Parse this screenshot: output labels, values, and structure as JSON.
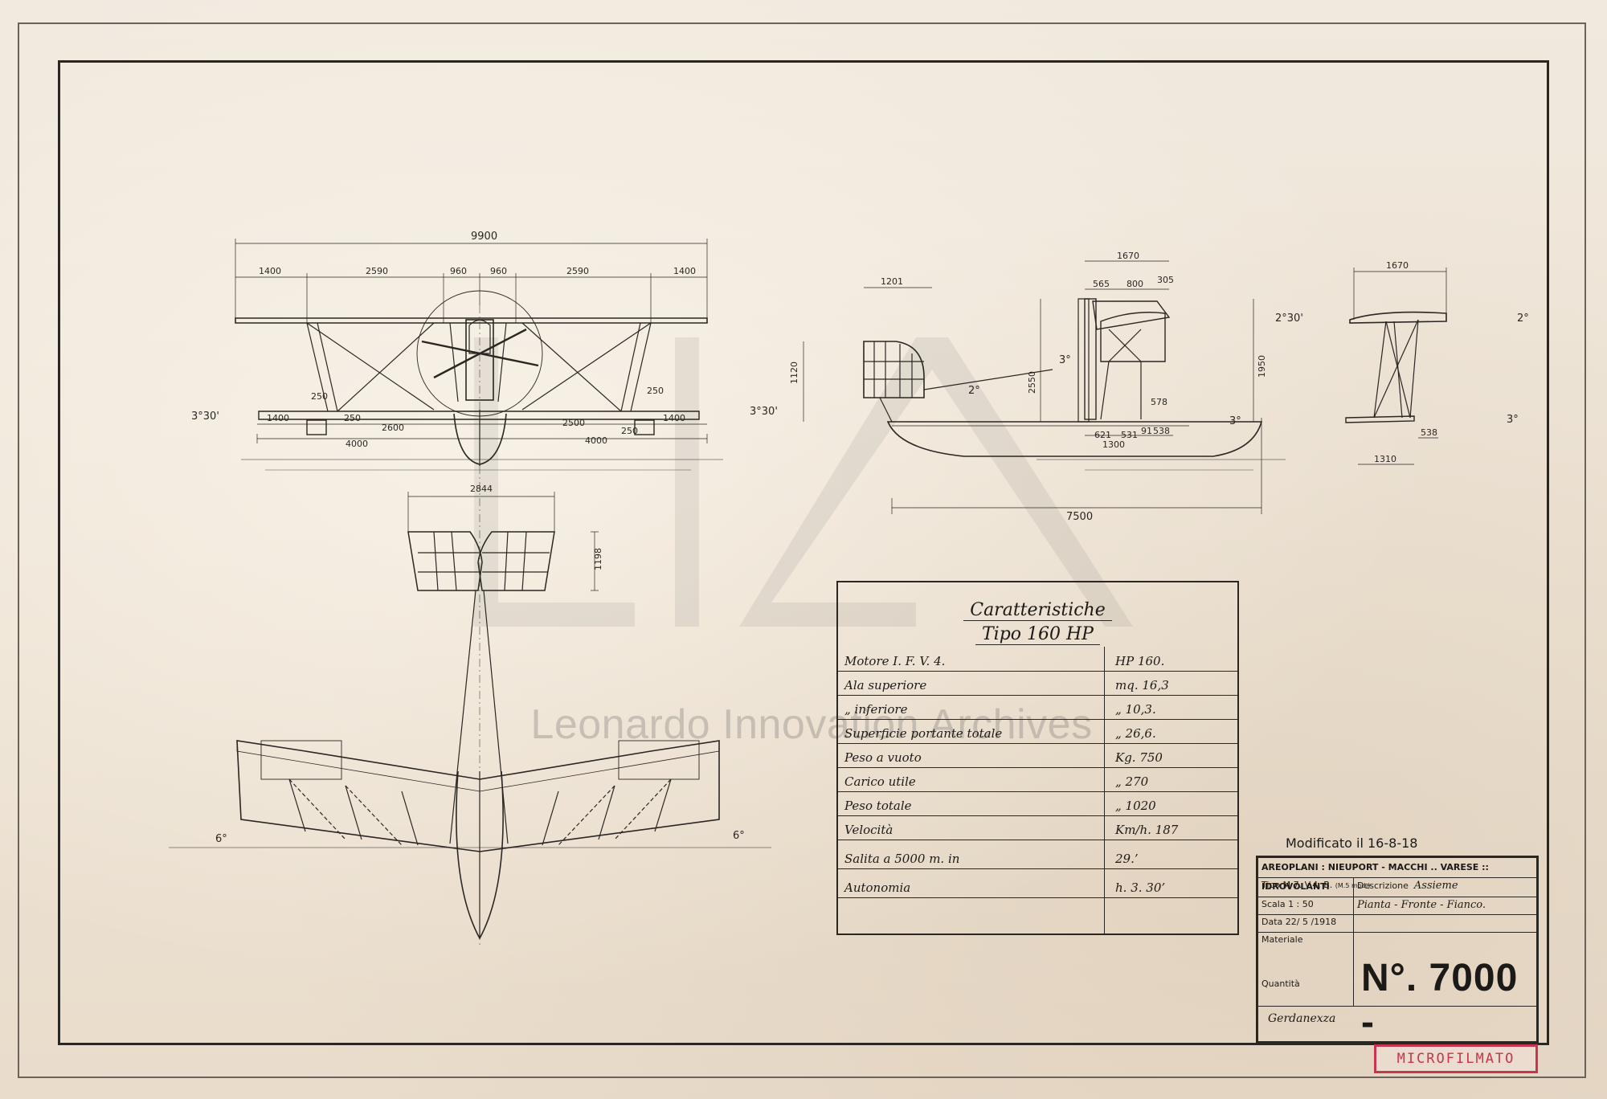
{
  "characteristics": {
    "title": "Caratteristiche",
    "subtitle": "Tipo 160 HP",
    "rows": [
      {
        "label": "Motore I. F. V. 4.",
        "value": "HP 160."
      },
      {
        "label": "Ala superiore",
        "value": "mq. 16,3"
      },
      {
        "label": "„ inferiore",
        "value": "„ 10,3."
      },
      {
        "label": "Superficie portante totale",
        "value": "„ 26,6."
      },
      {
        "label": "Peso a vuoto",
        "value": "Kg. 750"
      },
      {
        "label": "Carico utile",
        "value": "„ 270"
      },
      {
        "label": "Peso totale",
        "value": "„ 1020"
      },
      {
        "label": "Velocità",
        "value": "Km/h. 187"
      },
      {
        "label": "Salita a 5000 m. in",
        "value": "29.’"
      },
      {
        "label": "Autonomia",
        "value": "h. 3. 30’"
      }
    ]
  },
  "title_block": {
    "modified": "Modificato il 16-8-18",
    "header": "AREOPLANI : NIEUPORT - MACCHI .. VARESE :: IDROVOLANTI",
    "tipo_label": "Tipo M 7. V.4. B.",
    "tipo_sub": "(M.5 mod.)",
    "descr_label": "Descrizione",
    "descr_value": "Assieme",
    "scala": "Scala 1 : 50",
    "view_names": "Pianta - Fronte - Fianco.",
    "data": "Data 22/ 5 /1918",
    "materiale": "Materiale",
    "quantita": "Quantità",
    "drawing_number": "N°. 7000 -",
    "signature": "Gerdanexza"
  },
  "stamp": "MICROFILMATO",
  "watermark": "Leonardo Innovation Archives",
  "dims": {
    "front_span": "9900",
    "front_segs": [
      "1400",
      "2590",
      "960",
      "960",
      "2590",
      "1400"
    ],
    "front_floats": [
      "1400",
      "2600",
      "2500",
      "1400"
    ],
    "front_track": [
      "4000",
      "4000"
    ],
    "front_small": [
      "250",
      "250",
      "250",
      "250"
    ],
    "front_angles": [
      "3°30'",
      "3°30'"
    ],
    "side_dims": [
      "1201",
      "1670",
      "565",
      "800",
      "305",
      "1120",
      "2550",
      "1950",
      "578",
      "1300",
      "621",
      "531",
      "91",
      "538",
      "7500"
    ],
    "side_angles": [
      "2°",
      "3°",
      "2°30'",
      "3°"
    ],
    "rear_dims": [
      "1670",
      "538",
      "1310"
    ],
    "rear_angles": [
      "2°",
      "3°"
    ],
    "plan_dims": [
      "2844",
      "1198"
    ],
    "plan_angles": [
      "6°",
      "6°"
    ]
  }
}
